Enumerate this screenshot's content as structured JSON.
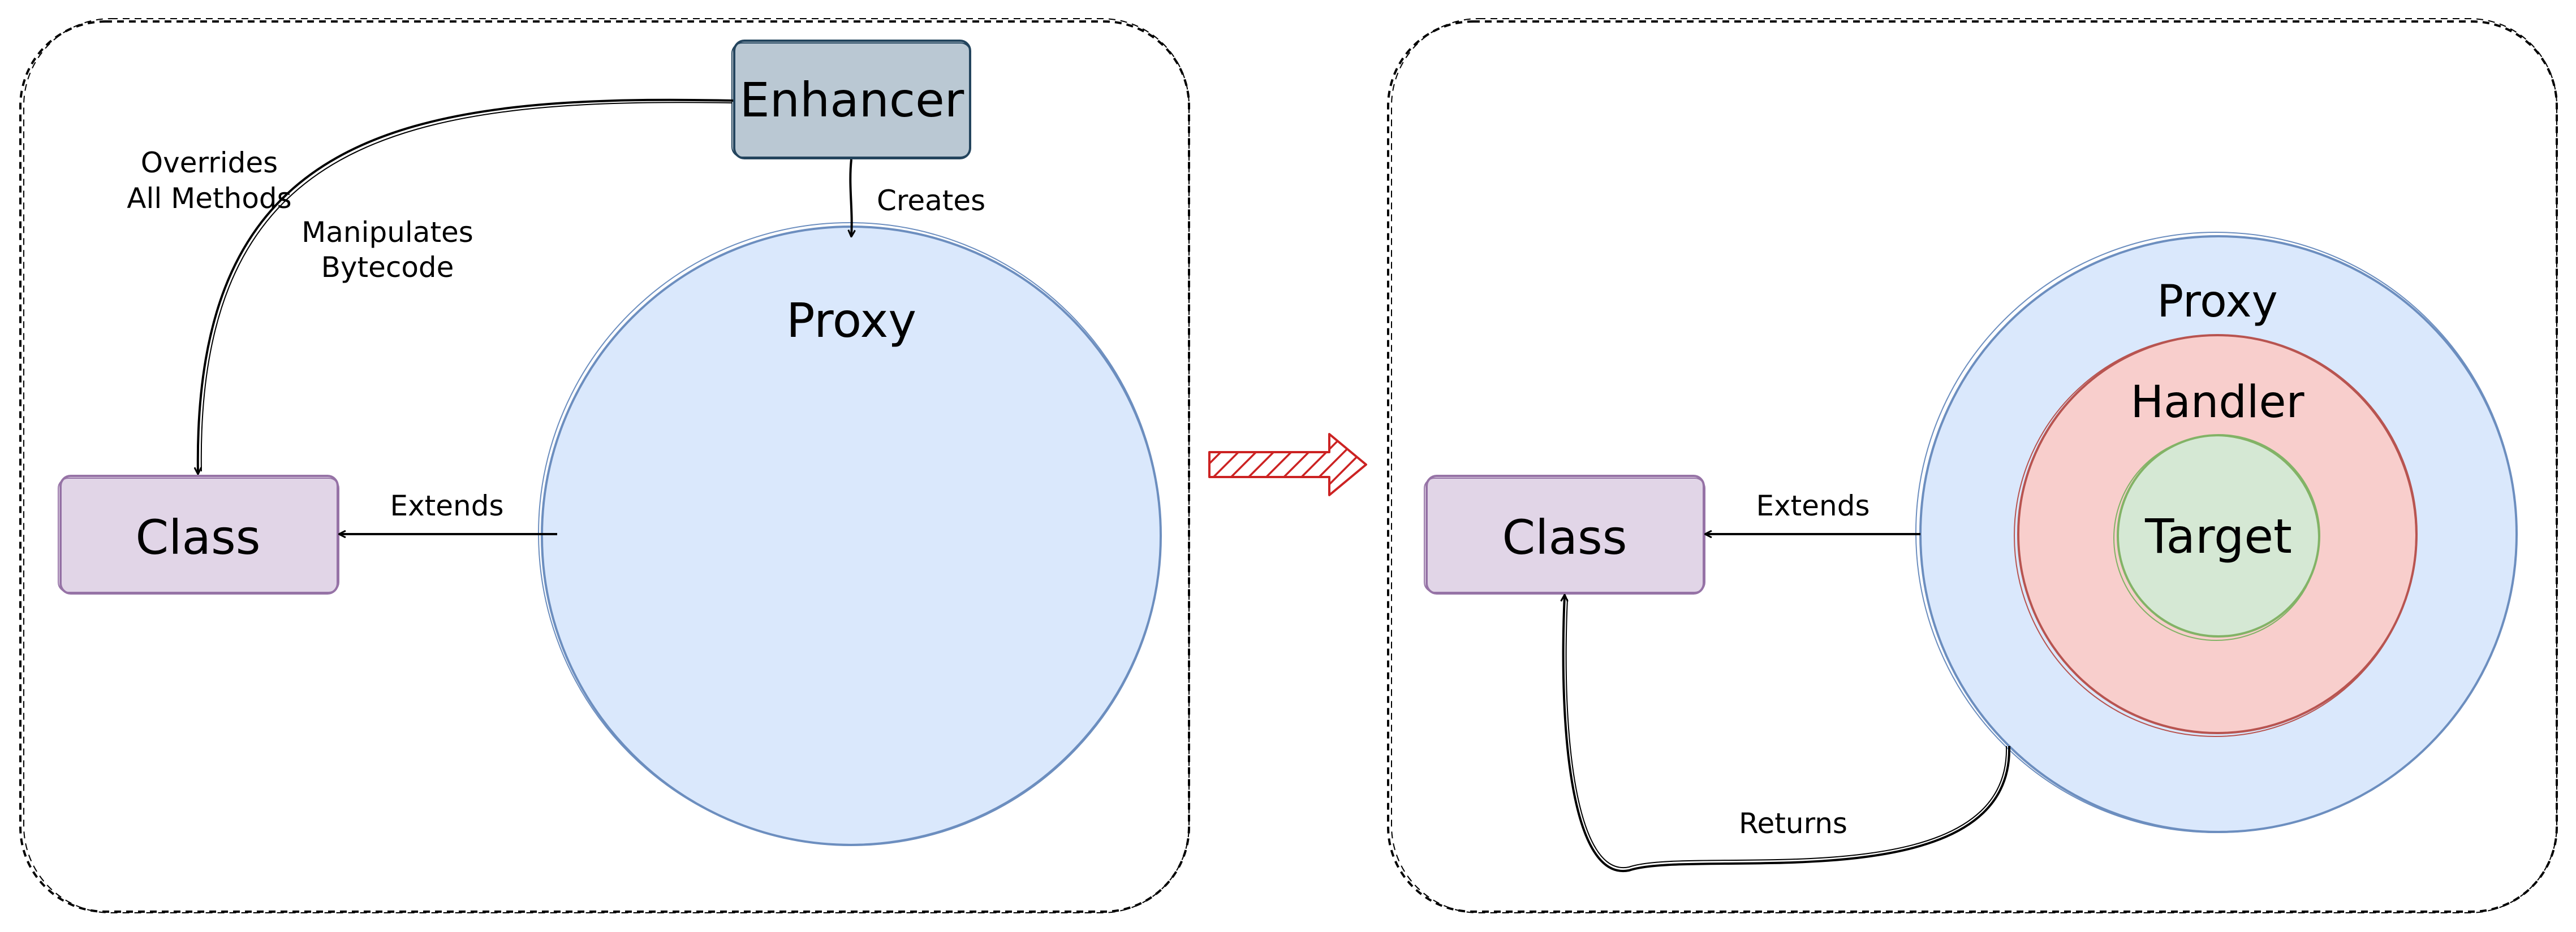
{
  "left_panel": {
    "enhancer": "Enhancer",
    "proxy": "Proxy",
    "class": "Class",
    "creates": "Creates",
    "extends": "Extends",
    "overrides_line1": "Overrides",
    "overrides_line2": "All Methods",
    "manipulates_line1": "Manipulates",
    "manipulates_line2": "Bytecode"
  },
  "right_panel": {
    "proxy": "Proxy",
    "handler": "Handler",
    "target": "Target",
    "class": "Class",
    "extends": "Extends",
    "returns": "Returns"
  },
  "colors": {
    "enhancer_fill": "#bac8d3",
    "enhancer_stroke": "#23445d",
    "class_fill": "#e1d5e7",
    "class_stroke": "#9673a6",
    "proxy_fill": "#dae8fc",
    "proxy_stroke": "#6c8ebf",
    "handler_fill": "#f8cecc",
    "handler_stroke": "#b85450",
    "target_fill": "#d5e8d4",
    "target_stroke": "#82b366",
    "transition_arrow": "#cc2222"
  }
}
